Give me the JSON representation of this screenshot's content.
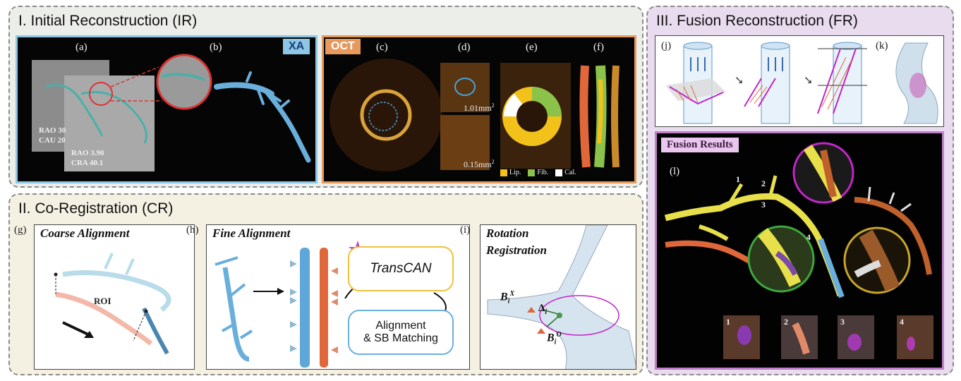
{
  "sections": {
    "ir": {
      "title": "I. Initial Reconstruction (IR)"
    },
    "cr": {
      "title": "II. Co-Registration (CR)"
    },
    "fr": {
      "title": "III. Fusion Reconstruction (FR)"
    }
  },
  "panels": {
    "a": {
      "label": "(a)",
      "view1_line1": "RAO 30",
      "view1_line2": "CAU 20",
      "view2_line1": "RAO 3.90",
      "view2_line2": "CRA 40.1"
    },
    "b": {
      "label": "(b)",
      "badge": "XA"
    },
    "c": {
      "label": "(c)",
      "badge": "OCT"
    },
    "d": {
      "label": "(d)",
      "area1": "1.01mm",
      "area2": "0.15mm",
      "sup": "2"
    },
    "e": {
      "label": "(e)"
    },
    "f": {
      "label": "(f)"
    },
    "legend": [
      {
        "label": "Lip.",
        "color": "#f2c21b"
      },
      {
        "label": "Fib.",
        "color": "#8bc34a"
      },
      {
        "label": "Cal.",
        "color": "#ffffff"
      }
    ],
    "g": {
      "label": "(g)",
      "title": "Coarse Alignment",
      "roi": "ROI"
    },
    "h": {
      "label": "(h)",
      "title": "Fine Alignment",
      "box1": "TransCAN",
      "box2_line1": "Alignment",
      "box2_line2": "& SB Matching"
    },
    "i": {
      "label": "(i)",
      "title_line1": "Rotation",
      "title_line2": "Registration",
      "bx": "B",
      "bx_sub": "i",
      "bx_sup": "X",
      "delta": "Δ",
      "delta_sub": "i",
      "bo": "B",
      "bo_sub": "i",
      "bo_sup": "O"
    },
    "j": {
      "label": "(j)"
    },
    "k": {
      "label": "(k)"
    },
    "l": {
      "label": "(l)",
      "badge": "Fusion Results",
      "markers": [
        "1",
        "2",
        "3",
        "4"
      ]
    }
  },
  "colors": {
    "xa_border": "#8cc7e6",
    "oct_border": "#e69a5c",
    "fusion_bg": "#e9dcef",
    "fusion_border": "#c07fc8",
    "vessel_blue": "#6aaedc",
    "vessel_orange": "#e0673a",
    "magenta": "#c026c6",
    "star": "#b44ad6",
    "yellow_box": "#f0c23a",
    "blue_box": "#6bb0e0"
  }
}
